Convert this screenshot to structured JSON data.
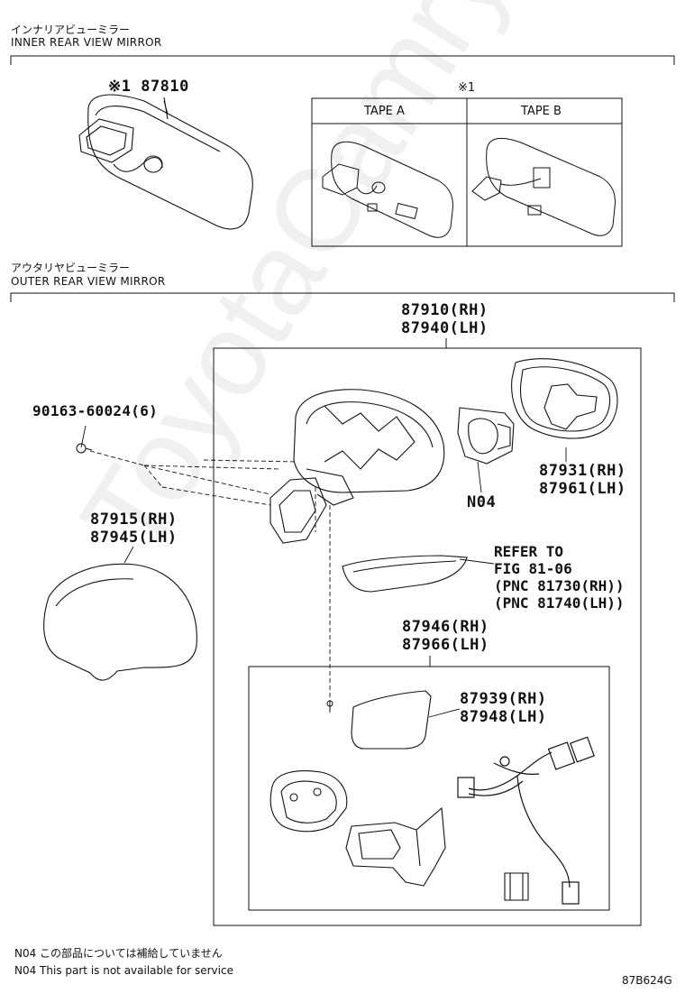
{
  "inner_section": {
    "title_jp": "インナリアビューミラー",
    "title_en": "INNER REAR VIEW MIRROR",
    "part_main": "※1 87810",
    "tape_note": "※1",
    "tape_a": "TAPE A",
    "tape_b": "TAPE B"
  },
  "outer_section": {
    "title_jp": "アウタリヤビューミラー",
    "title_en": "OUTER REAR VIEW MIRROR",
    "assy_rh": "87910(RH)",
    "assy_lh": "87940(LH)",
    "screw": "90163-60024(6)",
    "cover_rh": "87915(RH)",
    "cover_lh": "87945(LH)",
    "mirror_rh": "87931(RH)",
    "mirror_lh": "87961(LH)",
    "n04": "N04",
    "refer_lines": [
      "REFER TO",
      "FIG 81-06",
      "(PNC 81730(RH))",
      "(PNC 81740(LH))"
    ],
    "sub_rh": "87946(RH)",
    "sub_lh": "87966(LH)",
    "lamp_rh": "87939(RH)",
    "lamp_lh": "87948(LH)"
  },
  "footer": {
    "note_jp": "N04 この部品については補給していません",
    "note_en": "N04 This part is not available for service",
    "figure_code": "87B624G"
  },
  "watermark": "ToyotaCamry.ru"
}
